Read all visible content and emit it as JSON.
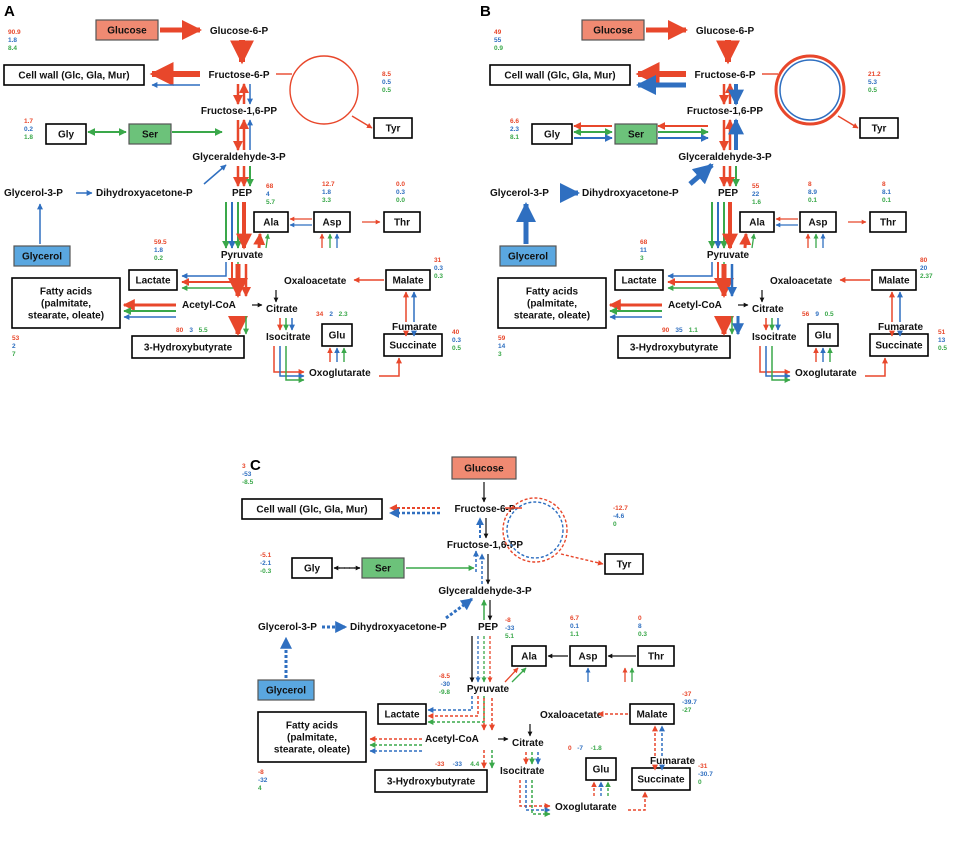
{
  "colors": {
    "red": "#e8472b",
    "blue": "#2f6fc0",
    "green": "#3aa84a",
    "black": "#111111",
    "box_red": "#f08a72",
    "box_green": "#6cc27a",
    "box_blue": "#5aa7e0"
  },
  "panels": [
    {
      "id": "A",
      "nodes": {
        "glucose": "Glucose",
        "g6p": "Glucose-6-P",
        "f6p": "Fructose-6-P",
        "f16pp": "Fructose-1,6-PP",
        "cellwall": "Cell wall (Glc, Gla, Mur)",
        "tyr": "Tyr",
        "gly": "Gly",
        "ser": "Ser",
        "g3p": "Glyceraldehyde-3-P",
        "glycerol3p": "Glycerol-3-P",
        "dhap": "Dihydroxyacetone-P",
        "pep": "PEP",
        "glycerol": "Glycerol",
        "ala": "Ala",
        "asp": "Asp",
        "thr": "Thr",
        "pyruvate": "Pyruvate",
        "lactate": "Lactate",
        "oaa": "Oxaloacetate",
        "malate": "Malate",
        "fatty": [
          "Fatty acids",
          "(palmitate,",
          "stearate, oleate)"
        ],
        "acetylcoa": "Acetyl-CoA",
        "citrate": "Citrate",
        "glu": "Glu",
        "fumarate": "Fumarate",
        "isocitrate": "Isocitrate",
        "hb": "3-Hydroxybutyrate",
        "succinate": "Succinate",
        "oxoglutarate": "Oxoglutarate"
      },
      "values": {
        "cellwall": [
          "90.9",
          "1.8",
          "8.4"
        ],
        "tyr": [
          "8.5",
          "0.5",
          "0.5"
        ],
        "gly": [
          "1.7",
          "0.2",
          "1.8"
        ],
        "pep": [
          "68",
          "4",
          "5.7"
        ],
        "asp": [
          "12.7",
          "1.8",
          "3.3"
        ],
        "thr": [
          "0.0",
          "0.3",
          "0.0"
        ],
        "pyruvate": [
          "59.5",
          "1.8",
          "0.2"
        ],
        "malate": [
          "31",
          "0.3",
          "0.3"
        ],
        "glu": [
          "34",
          "2",
          "2.3"
        ],
        "fatty": [
          "53",
          "2",
          "7"
        ],
        "hb": [
          "80",
          "3",
          "5.5"
        ],
        "succinate": [
          "40",
          "0.3",
          "0.5"
        ]
      }
    },
    {
      "id": "B",
      "nodes": {
        "glucose": "Glucose",
        "g6p": "Glucose-6-P",
        "f6p": "Fructose-6-P",
        "f16pp": "Fructose-1,6-PP",
        "cellwall": "Cell wall (Glc, Gla, Mur)",
        "tyr": "Tyr",
        "gly": "Gly",
        "ser": "Ser",
        "g3p": "Glyceraldehyde-3-P",
        "glycerol3p": "Glycerol-3-P",
        "dhap": "Dihydroxyacetone-P",
        "pep": "PEP",
        "glycerol": "Glycerol",
        "ala": "Ala",
        "asp": "Asp",
        "thr": "Thr",
        "pyruvate": "Pyruvate",
        "lactate": "Lactate",
        "oaa": "Oxaloacetate",
        "malate": "Malate",
        "fatty": [
          "Fatty acids",
          "(palmitate,",
          "stearate, oleate)"
        ],
        "acetylcoa": "Acetyl-CoA",
        "citrate": "Citrate",
        "glu": "Glu",
        "fumarate": "Fumarate",
        "isocitrate": "Isocitrate",
        "hb": "3-Hydroxybutyrate",
        "succinate": "Succinate",
        "oxoglutarate": "Oxoglutarate"
      },
      "values": {
        "cellwall": [
          "49",
          "55",
          "0.9"
        ],
        "tyr": [
          "21.2",
          "5.3",
          "0.5"
        ],
        "gly": [
          "6.6",
          "2.3",
          "8.1"
        ],
        "pep": [
          "55",
          "22",
          "1.6"
        ],
        "asp": [
          "8",
          "8.9",
          "0.1"
        ],
        "thr": [
          "8",
          "8.1",
          "0.1"
        ],
        "pyruvate": [
          "68",
          "11",
          "3"
        ],
        "malate": [
          "80",
          "20",
          "2.37"
        ],
        "glu": [
          "56",
          "9",
          "0.5"
        ],
        "fatty": [
          "59",
          "14",
          "3"
        ],
        "hb": [
          "90",
          "35",
          "1.1"
        ],
        "succinate": [
          "51",
          "13",
          "0.5"
        ]
      }
    },
    {
      "id": "C",
      "nodes": {
        "glucose": "Glucose",
        "f6p": "Fructose-6-P",
        "f16pp": "Fructose-1,6-PP",
        "cellwall": "Cell wall (Glc, Gla, Mur)",
        "tyr": "Tyr",
        "gly": "Gly",
        "ser": "Ser",
        "g3p": "Glyceraldehyde-3-P",
        "glycerol3p": "Glycerol-3-P",
        "dhap": "Dihydroxyacetone-P",
        "pep": "PEP",
        "glycerol": "Glycerol",
        "ala": "Ala",
        "asp": "Asp",
        "thr": "Thr",
        "pyruvate": "Pyruvate",
        "lactate": "Lactate",
        "oaa": "Oxaloacetate",
        "malate": "Malate",
        "fatty": [
          "Fatty acids",
          "(palmitate,",
          "stearate, oleate)"
        ],
        "acetylcoa": "Acetyl-CoA",
        "citrate": "Citrate",
        "glu": "Glu",
        "fumarate": "Fumarate",
        "isocitrate": "Isocitrate",
        "hb": "3-Hydroxybutyrate",
        "succinate": "Succinate",
        "oxoglutarate": "Oxoglutarate"
      },
      "values": {
        "cellwall": [
          "3",
          "-53",
          "-8.5"
        ],
        "tyr": [
          "-12.7",
          "-4.6",
          "0"
        ],
        "gly": [
          "-5.1",
          "-2.1",
          "-0.3"
        ],
        "pep": [
          "-8",
          "-33",
          "5.1"
        ],
        "asp": [
          "6.7",
          "0.1",
          "1.1"
        ],
        "thr": [
          "0",
          "8",
          "0.3"
        ],
        "pyruvate": [
          "-8.5",
          "-30",
          "-9.8"
        ],
        "malate": [
          "-37",
          "-39.7",
          "-27"
        ],
        "glu": [
          "0",
          "-7",
          "-1.8"
        ],
        "fatty": [
          "-8",
          "-32",
          "4"
        ],
        "hb": [
          "-33",
          "-33",
          "4.4"
        ],
        "succinate": [
          "-31",
          "-30.7",
          "0"
        ]
      }
    }
  ]
}
